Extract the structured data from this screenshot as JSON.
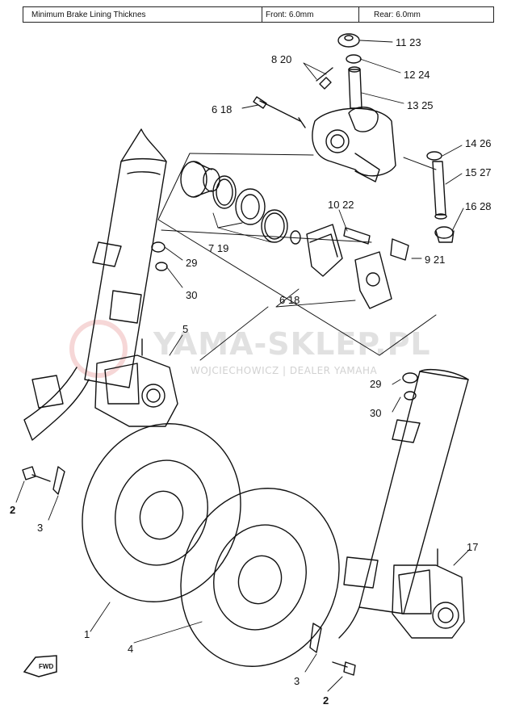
{
  "spec_table": {
    "title": "Minimum Brake Lining Thicknes",
    "front": "Front: 6.0mm",
    "rear": "Rear: 6.0mm"
  },
  "watermark": {
    "brand": "YAMA-SKLEP.PL",
    "subtitle": "WOJCIECHOWICZ | DEALER YAMAHA"
  },
  "fwd_label": "FWD",
  "callouts": [
    {
      "id": "11-23",
      "text": "11 23"
    },
    {
      "id": "12-24",
      "text": "12 24"
    },
    {
      "id": "8-20",
      "text": "8 20"
    },
    {
      "id": "13-25",
      "text": "13 25"
    },
    {
      "id": "6-18-top",
      "text": "6 18"
    },
    {
      "id": "14-26",
      "text": "14 26"
    },
    {
      "id": "15-27",
      "text": "15 27"
    },
    {
      "id": "16-28",
      "text": "16 28"
    },
    {
      "id": "10-22",
      "text": "10 22"
    },
    {
      "id": "7-19",
      "text": "7 19"
    },
    {
      "id": "9-21",
      "text": "9 21"
    },
    {
      "id": "29-left",
      "text": "29"
    },
    {
      "id": "30-left",
      "text": "30"
    },
    {
      "id": "6-18-mid",
      "text": "6 18"
    },
    {
      "id": "5",
      "text": "5"
    },
    {
      "id": "29-right",
      "text": "29"
    },
    {
      "id": "30-right",
      "text": "30"
    },
    {
      "id": "2-left",
      "text": "2"
    },
    {
      "id": "3-left",
      "text": "3"
    },
    {
      "id": "17",
      "text": "17"
    },
    {
      "id": "1",
      "text": "1"
    },
    {
      "id": "4",
      "text": "4"
    },
    {
      "id": "3-right",
      "text": "3"
    },
    {
      "id": "2-right",
      "text": "2"
    }
  ]
}
